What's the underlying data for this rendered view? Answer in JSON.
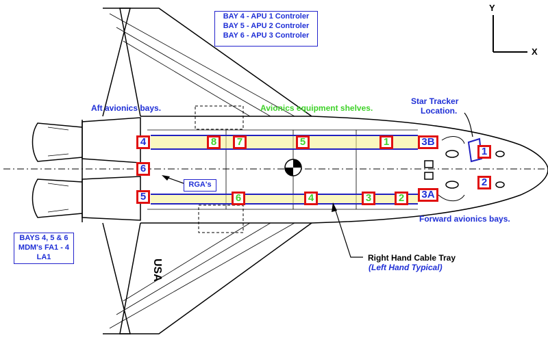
{
  "apu_note": {
    "lines": [
      "BAY 4 - APU 1 Controler",
      "BAY 5 - APU 2 Controler",
      "BAY 6 - APU 3 Controler"
    ]
  },
  "labels": {
    "aft_bays": "Aft avionics bays.",
    "shelves": "Avionics equipment shelves.",
    "star_tracker_1": "Star Tracker",
    "star_tracker_2": "Location.",
    "forward_bays": "Forward avionics bays.",
    "rga": "RGA's",
    "cable_tray_1": "Right Hand Cable Tray",
    "cable_tray_2": "(Left Hand Typical)",
    "usa": "USA"
  },
  "mdm_note": {
    "lines": [
      "BAYS 4, 5 & 6",
      "MDM's FA1 - 4",
      "LA1"
    ]
  },
  "axes": {
    "y": "Y",
    "x": "X"
  },
  "aft_bays": [
    "4",
    "6",
    "5"
  ],
  "shelf_top": [
    "8",
    "7",
    "5",
    "1"
  ],
  "shelf_bottom": [
    "6",
    "4",
    "3",
    "2"
  ],
  "forward_bays": [
    "3B",
    "3A",
    "1",
    "2"
  ],
  "colors": {
    "bay_border": "#e01010",
    "label_blue": "#1f2fd6",
    "label_green": "#3fd22a",
    "tray_blue": "#2020c0",
    "tray_yellow": "#f5f08a"
  }
}
